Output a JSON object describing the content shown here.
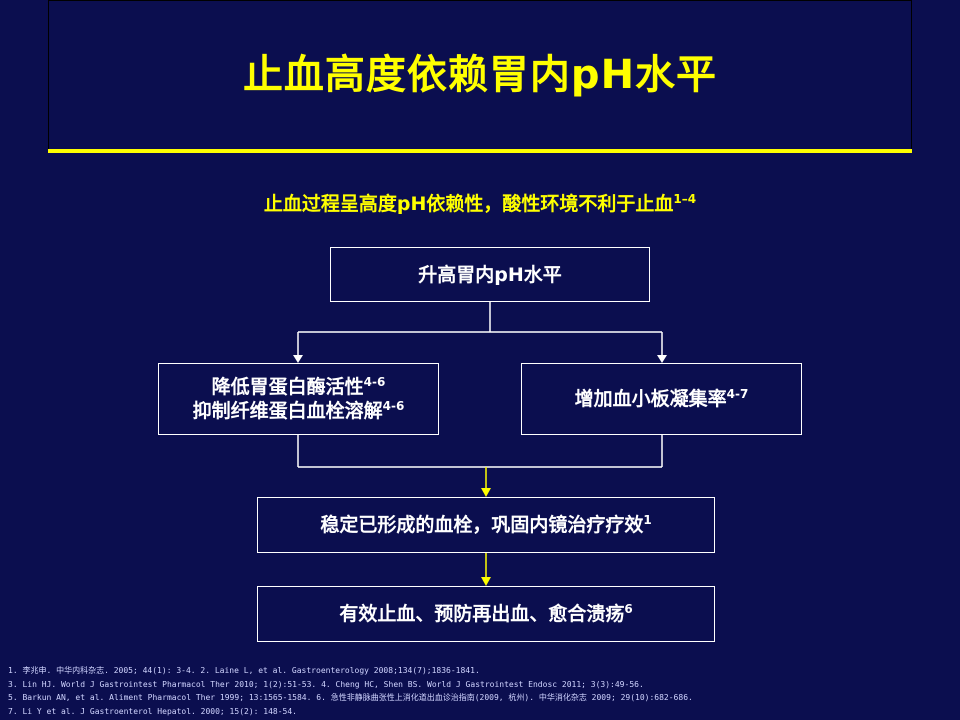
{
  "slide": {
    "title": "止血高度依赖胃内pH水平",
    "subtitle": "止血过程呈高度pH依赖性，酸性环境不利于止血",
    "subtitle_ref": "1–4",
    "colors": {
      "background": "#0b0e4f",
      "title": "#ffff00",
      "box_border": "#ffffff",
      "connector": "#ffffff",
      "arrow_yellow": "#ffff00"
    }
  },
  "flow": {
    "top": {
      "text": "升高胃内pH水平"
    },
    "left": {
      "line1": "降低胃蛋白酶活性",
      "line1_ref": "4-6",
      "line2": "抑制纤维蛋白血栓溶解",
      "line2_ref": "4-6"
    },
    "right": {
      "text": "增加血小板凝集率",
      "ref": "4-7"
    },
    "stable": {
      "text": "稳定已形成的血栓，巩固内镜治疗疗效",
      "ref": "1"
    },
    "effect": {
      "text": "有效止血、预防再出血、愈合溃疡",
      "ref": "6"
    }
  },
  "references": [
    "1. 李兆申. 中华内科杂志. 2005; 44(1): 3-4.  2. Laine L, et al. Gastroenterology 2008;134(7);1836-1841.",
    "3. Lin HJ. World J Gastrointest Pharmacol Ther 2010; 1(2):51-53.  4. Cheng HC, Shen BS. World J Gastrointest Endosc 2011; 3(3):49-56.",
    "5. Barkun AN, et al. Aliment Pharmacol Ther 1999; 13:1565-1584.  6. 急性非静脉曲张性上消化道出血诊治指南(2009, 杭州). 中华消化杂志 2009; 29(10):682-686.",
    "7. Li Y et al. J Gastroenterol Hepatol. 2000; 15(2): 148-54."
  ]
}
